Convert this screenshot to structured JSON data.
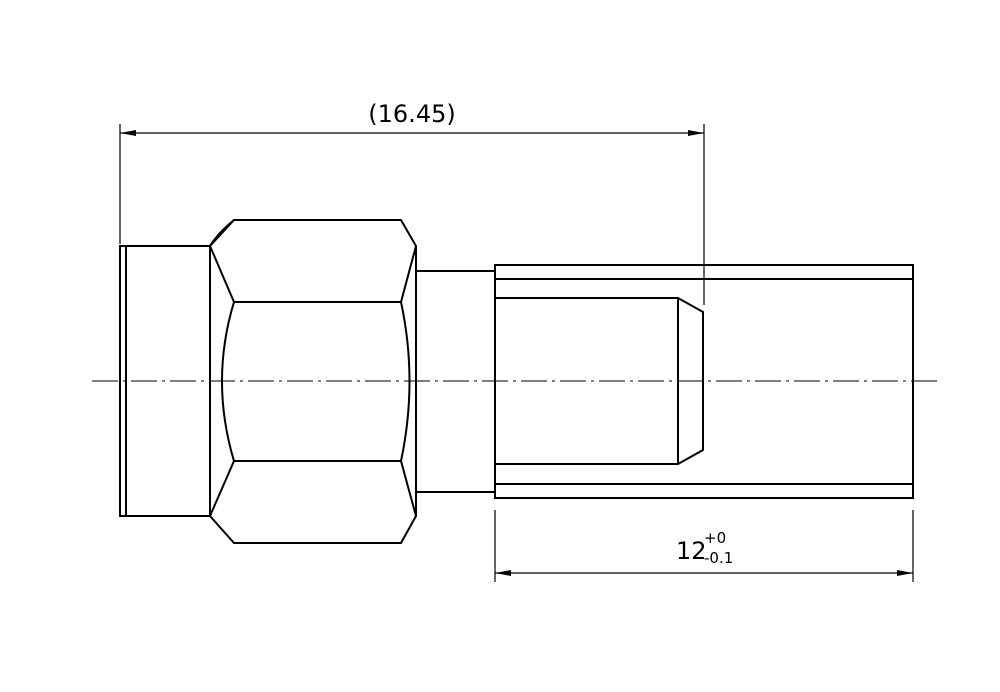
{
  "drawing": {
    "dimensions": {
      "overall_length": "(16.45)",
      "crimp_length": {
        "nominal": "12",
        "tolerance_upper": "+0",
        "tolerance_lower": "-0.1"
      }
    }
  }
}
